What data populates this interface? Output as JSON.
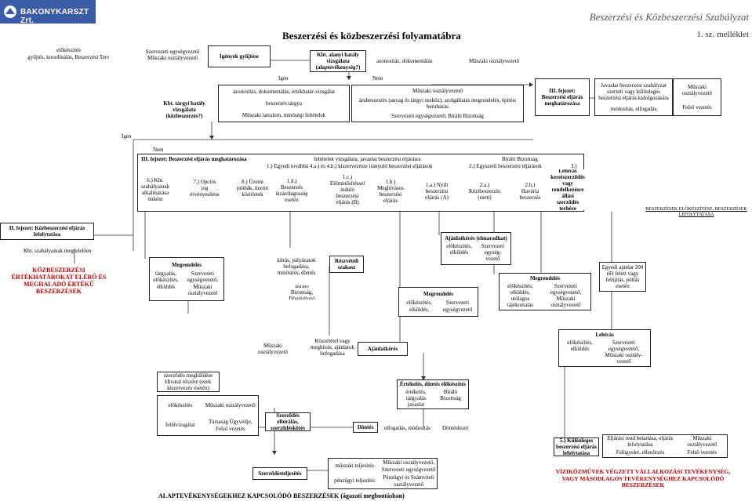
{
  "header": {
    "logo_text": "BAKONYKARSZT Zrt.",
    "doc_title": "Beszerzési és Közbeszerzési Szabályzat",
    "flow_title": "Beszerzési és közbeszerzési folyamatábra",
    "appendix": "1. sz. melléklet"
  },
  "top_table": {
    "r1c1": "előkészítés",
    "r1c2": "Szervezeti egységvezető",
    "r2c1": "gyűjtés, koordinálás, Beszerzési Terv",
    "r2c2": "Műszaki osztályvezető"
  },
  "igenyek": "Igények gyűjtése",
  "kbt_alanyi": "Kbt. alanyi hatály vizsgálata (alaptevékenység?)",
  "azonositas_top": "azonosítás, dokumentálás",
  "muszaki_top": "Műszaki osztályvezető",
  "igen1": "Igen",
  "nem1": "Nem",
  "targyi": {
    "title": "Kbt. tárgyi hatály vizsgálata (közbeszerzés?)",
    "l1": "azonosítás, dokumentálás, értékhatár-vizsgálat",
    "l2": "beszerzés tárgya",
    "l3": "Műszaki tartalom, minőségi feltételek"
  },
  "nem_branch": {
    "l1": "Műszaki osztályvezető",
    "l2": "árubeszerzés (anyag és tárgyi eszköz), szolgáltatás megrendelés, építési beruházás",
    "l3": "Szervezeti egységvezető, Bíráló Bizottság"
  },
  "iii_right": "III. fejezet: Beszerzési eljárás meghatározása",
  "javaslat": {
    "l1": "Javaslat beszerzési szabályzat szerinti vagy különleges beszerzési eljárás kidolgozására",
    "l2": "módosítás, elfogadás",
    "r1": "Műszaki osztályvezető",
    "r2": "Felső vezetés"
  },
  "igen2": "Igen",
  "nem2": "Nem",
  "iii_main": {
    "title": "III. fejezet: Beszerzési eljárás meghatározása",
    "conditions": "feltételek vizsgálata, javaslat beszerzési eljárásra",
    "biralo": "Bíráló Bizottság",
    "row1": "1.) Egyedi továbbá 4.a.) és 4.b.) kiszervezésre irányuló beszerzési eljárások",
    "row2": "2.) Egyszerű beszerzési eljárások",
    "row3": "3.)",
    "c6": "6.) Kbt. szabályainak alkalmazása önként",
    "c7": "7.) Opciós jog érvényesítése",
    "c8": "8.) Üzemi próbák, üzemi kísérletek",
    "c1d": "1.d.) Beszerzés kizárólagosság esetén",
    "c1c": "1.c.) Előminősítéssel induló beszerzési eljárás (B)",
    "c1b": "1.b.) Meghívásos beszerzési eljárás",
    "c1a": "1.a.) Nyílt beszerzési eljárás (A)",
    "c2a": "2.a.) Kézibeszerzés (eseti)",
    "c2b": "2.b.) Havária beszerzés",
    "c3": "Lehívás keretszerződés vagy rendelkezésre állási szerződés terhére"
  },
  "besz_elok": "BESZERZÉSEK ELŐKÉSZÍTÉSE, BESZERZÉSEK LEFOLYTATÁSA",
  "ii": {
    "title": "II. fejezet: Közbeszerzési eljárás lefolytatása",
    "kbt": "Kbt. szabályainak megfelelően",
    "big": "KÖZBESZERZÉSI ÉRTÉKHATÁROKAT ELÉRŐ ÉS MEGHALADÓ ÉRTÉKŰ BESZERZÉSEK"
  },
  "megrendeles1": {
    "title": "Megrendelés",
    "l": "tárgyalás, előkészítés, elküldés",
    "r": "Szervezeti egységvezető, Műszaki osztályvezető"
  },
  "kiiras": "kiírás, pályázatok befogadása, minősítés, döntés",
  "biralo_donto": "Bíráló Bizottság, Döntéshozó",
  "reszveteli": "Részvételi szakasz",
  "ajanlatkeres1": {
    "title": "Ajánlatkérés (elmaradhat)",
    "l": "előkészítés, elküldés",
    "r": "Szervezeti egység-vezető"
  },
  "megrendeles2": {
    "title": "Megrendelés",
    "l": "előkészítés, elküldés,",
    "r": "Szervezeti egységvezető"
  },
  "megrendeles3": {
    "title": "Megrendelés",
    "l": "előkészítés, elküldés, utólagos tájékoztatás",
    "r": "Szervezeti egységvezető, Műszaki osztályvezető"
  },
  "egyedi": "Egyedi ajánlat 200 eFt felett vagy felújítás, pótlás esetén",
  "muszaki_mid": "Műszaki osztályvezető",
  "kozzetetel": "Közzététel vagy meghívás, ajánlatok befogadása",
  "ajanlatkeres2": "Ajánlatkérés",
  "lehivas": {
    "title": "Lehívás",
    "l": "előkészítés, elküldés",
    "r": "Szervezeti egységvezető, Műszaki osztály-vezető"
  },
  "szerzodes_megk": "szerződés megküldése Hivatal részére (ezek kiszervezés esetén)",
  "elok_grid": {
    "a1": "előkészítés",
    "a2": "Műszaki osztályvezető",
    "b1": "felülvizsgálat",
    "b2": "Társaság Ügyvédje, Felső vezetés"
  },
  "szerz_elb": "Szerződés elbírálás, szerződéskötés",
  "ertekeles": {
    "title": "Értékelés, döntés előkészítés",
    "l": "értékelés, tárgyalás javaslat",
    "r": "Bíráló Bizottság"
  },
  "dontes_row": {
    "a": "Döntés",
    "b": "elfogadás, módosítás",
    "c": "Döntéshozó"
  },
  "kulonleges": "5.) Különleges beszerzési eljárás lefolytatása",
  "kulon_grid": {
    "a1": "Eljárási rend betartása, eljárás lefolytatása",
    "a2": "Műszaki osztályvezető",
    "b1": "Felügyelet, ellenőrzés",
    "b2": "Felső vezetés"
  },
  "szerz_telj": "Szerződésteljesítés",
  "telj_grid": {
    "a1": "műszaki teljesítés",
    "a2": "Műszaki osztályvezető, Szervezeti egységvezető",
    "b1": "pénzügyi teljesítés",
    "b2": "Pénzügyi és Számviteli osztályvezető"
  },
  "vizi": "VÍZIKÖZMŰVEK VÉGZETT VÁLLALKOZÁSI TEVÉKENYSÉG, VAGY MÁSODLAGOS TEVÉKENYSÉGHEZ KAPCSOLÓDÓ BESZERZÉSEK",
  "alap_footer": "ALAPTEVÉKENYSÉGEKHEZ KAPCSOLÓDÓ BESZERZÉSEK (ágazati megbontásban)"
}
